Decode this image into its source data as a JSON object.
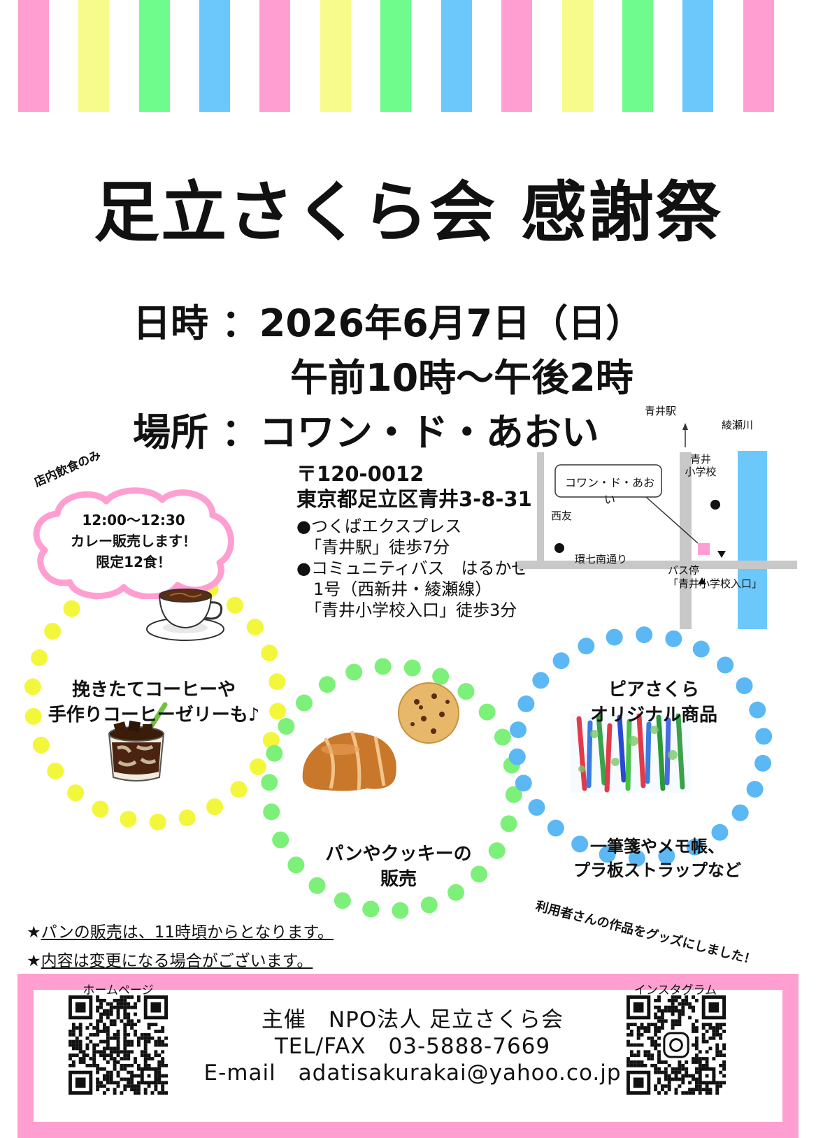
{
  "colors": {
    "pink": "#ff9fd1",
    "yellow": "#f7fb8b",
    "green": "#6ffc8d",
    "blue": "#6cc8fb",
    "dot_yellow": "#f3f73c",
    "dot_green": "#7df07a",
    "dot_blue": "#5bb8f5"
  },
  "title": "足立さくら会 感謝祭",
  "event": {
    "date": "日時 ：2026年6月7日（日）",
    "time": "午前10時～午後2時",
    "place": "場所 ：コワン・ド・あおい"
  },
  "address": {
    "postal": "〒120-0012",
    "street": "東京都足立区青井3-8-31",
    "access": [
      "●つくばエクスプレス",
      "　「青井駅」徒歩7分",
      "●コミュニティバス　はるかぜ",
      "　1号（西新井・綾瀬線）",
      "　「青井小学校入口」徒歩3分"
    ]
  },
  "map": {
    "station": "青井駅",
    "river": "綾瀬川",
    "school_1": "青井",
    "school_2": "小学校",
    "venue": "コワン・ド・あおい",
    "shop": "西友",
    "road": "環七南通り",
    "busstop_1": "バス停",
    "busstop_2": "「青井小学校入口」"
  },
  "curry": {
    "arc_text": "店内飲食のみ",
    "time": "12:00～12:30",
    "line1": "カレー販売します！",
    "line2": "限定12食！"
  },
  "coffee": {
    "line1": "挽きたてコーヒーや",
    "line2": "手作りコーヒーゼリーも♪"
  },
  "bread": {
    "line1": "パンやクッキーの",
    "line2": "販売"
  },
  "pia": {
    "title1": "ピアさくら",
    "title2": "オリジナル商品",
    "desc1": "一筆箋やメモ帳、",
    "desc2": "プラ板ストラップなど",
    "arc_text": "利用者さんの作品をグッズにしました！"
  },
  "notes": [
    {
      "star": "★",
      "text": "パンの販売は、11時頃からとなります。"
    },
    {
      "star": "★",
      "text": "内容は変更になる場合がございます。"
    }
  ],
  "footer": {
    "homepage_label": "ホームページ",
    "instagram_label": "インスタグラム",
    "organizer": "主催　NPO法人 足立さくら会",
    "tel": "TEL/FAX　03-5888-7669",
    "email": "E-mail　adatisakurakai@yahoo.co.jp"
  },
  "icons": [
    "coffee-cup-icon",
    "coffee-jelly-icon",
    "croissant-icon",
    "cookie-icon",
    "instagram-icon"
  ]
}
